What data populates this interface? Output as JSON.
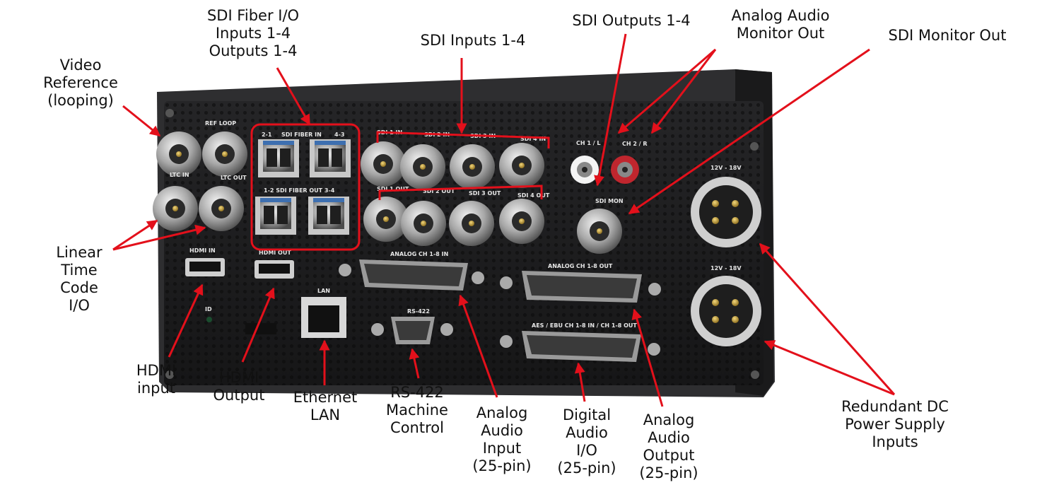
{
  "callouts": {
    "video_ref": [
      "Video",
      "Reference",
      "(looping)"
    ],
    "sdi_fiber": [
      "SDI Fiber I/O",
      "Inputs 1-4",
      "Outputs 1-4"
    ],
    "sdi_inputs": [
      "SDI Inputs 1-4"
    ],
    "sdi_outputs": [
      "SDI Outputs 1-4"
    ],
    "analog_monitor": [
      "Analog Audio",
      "Monitor Out"
    ],
    "sdi_monitor": [
      "SDI Monitor Out"
    ],
    "ltc": [
      "Linear",
      "Time",
      "Code",
      "I/O"
    ],
    "hdmi_in": [
      "HDMI",
      "input"
    ],
    "hdmi_out": [
      "HDMI",
      "Output"
    ],
    "ethernet": [
      "Ethernet",
      "LAN"
    ],
    "rs422": [
      "RS-422",
      "Machine",
      "Control"
    ],
    "analog_in": [
      "Analog",
      "Audio",
      "Input",
      "(25-pin)"
    ],
    "digital_io": [
      "Digital",
      "Audio",
      "I/O",
      "(25-pin)"
    ],
    "analog_out": [
      "Analog",
      "Audio",
      "Output",
      "(25-pin)"
    ],
    "dc_power": [
      "Redundant DC",
      "Power Supply",
      "Inputs"
    ]
  },
  "panel_labels": {
    "ref_loop": "REF LOOP",
    "ltc_in": "LTC IN",
    "ltc_out": "LTC OUT",
    "fiber_in_left": "2-1",
    "fiber_in": "SDI FIBER IN",
    "fiber_in_right": "4-3",
    "fiber_out": "1-2  SDI FIBER OUT  3-4",
    "sdi1_in": "SDI 1 IN",
    "sdi2_in": "SDI 2 IN",
    "sdi3_in": "SDI 3 IN",
    "sdi4_in": "SDI 4 IN",
    "sdi1_out": "SDI 1 OUT",
    "sdi2_out": "SDI 2 OUT",
    "sdi3_out": "SDI 3 OUT",
    "sdi4_out": "SDI 4 OUT",
    "ch1": "CH 1 / L",
    "ch2": "CH 2 / R",
    "sdi_mon": "SDI MON",
    "power1": "12V - 18V",
    "power2": "12V - 18V",
    "hdmi_in": "HDMI IN",
    "hdmi_out": "HDMI OUT",
    "lan": "LAN",
    "id": "ID",
    "rs422": "RS-422",
    "analog_in": "ANALOG CH 1-8 IN",
    "analog_out": "ANALOG CH 1-8 OUT",
    "aes": "AES / EBU CH 1-8 IN / CH 1-8 OUT"
  },
  "colors": {
    "annotation": "#e3101b",
    "chassis": "#2a2a2c",
    "panel": "#1c1c1e",
    "connector_metal": "#b9b9b9",
    "gold": "#c9a23a",
    "fiber_blue": "#3d6fb0"
  }
}
